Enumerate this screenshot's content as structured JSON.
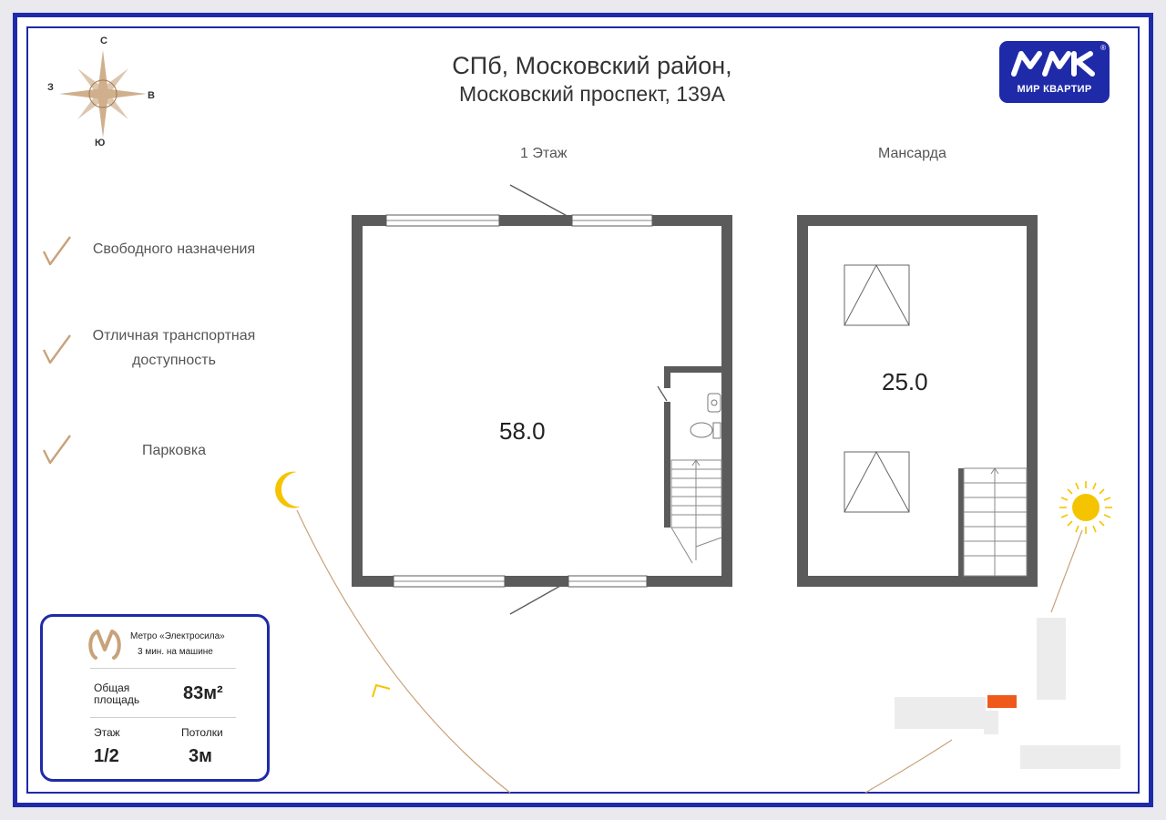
{
  "header": {
    "line1": "СПб, Московский район,",
    "line2": "Московский проспект, 139А"
  },
  "logo": {
    "text": "МИР КВАРТИР",
    "reg_mark": "®",
    "color": "#1f2aa8"
  },
  "compass": {
    "north": "С",
    "south": "Ю",
    "west": "З",
    "east": "В"
  },
  "floors": [
    {
      "label": "1 Этаж",
      "area": "58.0"
    },
    {
      "label": "Мансарда",
      "area": "25.0"
    }
  ],
  "features": [
    {
      "lines": [
        "Свободного назначения"
      ]
    },
    {
      "lines": [
        "Отличная транспортная",
        "доступность"
      ]
    },
    {
      "lines": [
        "Парковка"
      ]
    }
  ],
  "info": {
    "metro_name": "Метро «Электросила»",
    "metro_time": "3 мин. на машине",
    "area_label_1": "Общая",
    "area_label_2": "площадь",
    "area_value": "83м²",
    "floor_label": "Этаж",
    "floor_value": "1/2",
    "ceiling_label": "Потолки",
    "ceiling_value": "3м"
  },
  "colors": {
    "frame": "#1f2aa8",
    "wall": "#5b5b5b",
    "accent": "#c8a27a",
    "sun": "#f5c400",
    "marker": "#ef5a1c"
  },
  "icons": [
    "compass-rose-icon",
    "check-icon",
    "metro-icon",
    "moon-icon",
    "sun-icon"
  ]
}
